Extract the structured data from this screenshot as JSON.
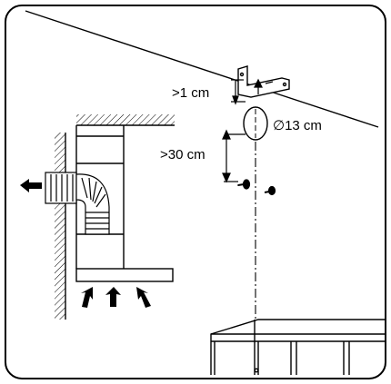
{
  "labels": {
    "gap_min": ">1 cm",
    "hole_diameter": "∅13 cm",
    "height_min": ">30 cm"
  },
  "icons": [
    "screw-icon",
    "wall-plug-icon",
    "air-flow-arrow-icon",
    "exhaust-arrow-icon"
  ],
  "colors": {
    "line": "#000000",
    "background": "#ffffff"
  }
}
